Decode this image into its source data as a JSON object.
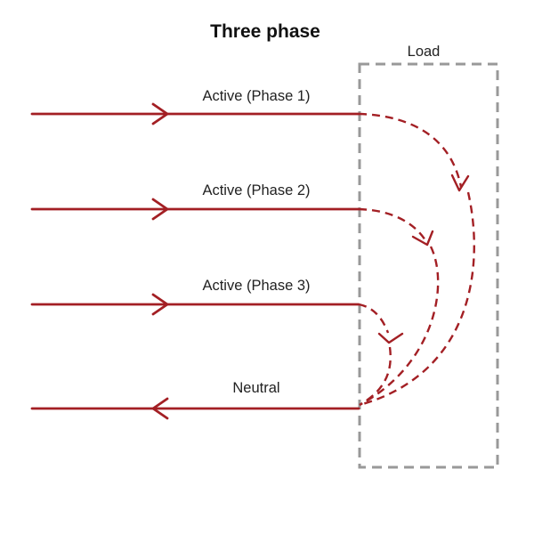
{
  "title": "Three phase",
  "load_label": "Load",
  "lines": [
    {
      "label": "Active (Phase 1)",
      "direction": "in"
    },
    {
      "label": "Active (Phase 2)",
      "direction": "in"
    },
    {
      "label": "Active (Phase 3)",
      "direction": "in"
    },
    {
      "label": "Neutral",
      "direction": "out"
    }
  ],
  "colors": {
    "wire": "#a31f24",
    "load_box": "#999999",
    "text": "#222222"
  }
}
